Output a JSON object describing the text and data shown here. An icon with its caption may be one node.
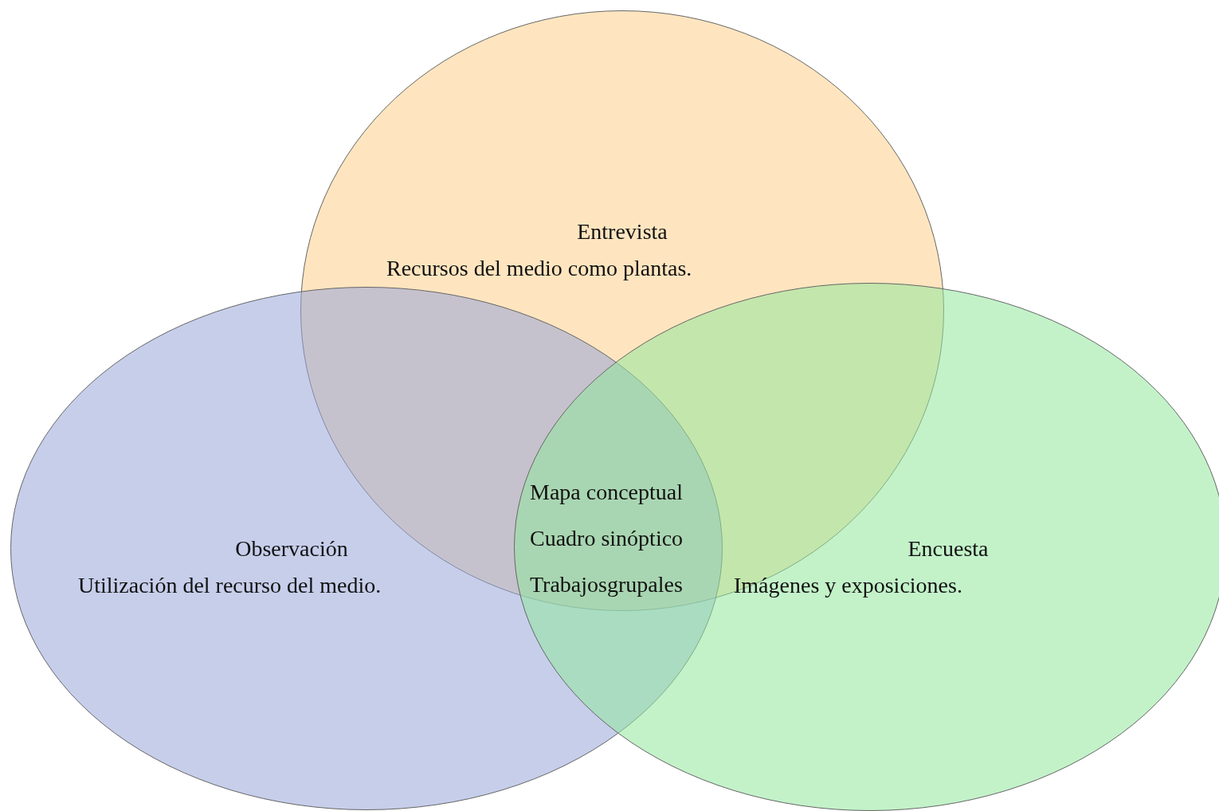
{
  "diagram": {
    "nodes": [
      {
        "text": [
          "Entrevista",
          "Recursos del medio como plantas."
        ]
      },
      {
        "text": [
          "Observación",
          "Utilización del recurso del medio."
        ]
      },
      {
        "text": [
          "Encuesta",
          "Imágenes y exposiciones."
        ]
      }
    ],
    "labels": [
      "Mapa conceptual",
      "Cuadro sinóptico",
      "Trabajosgrupales"
    ]
  }
}
